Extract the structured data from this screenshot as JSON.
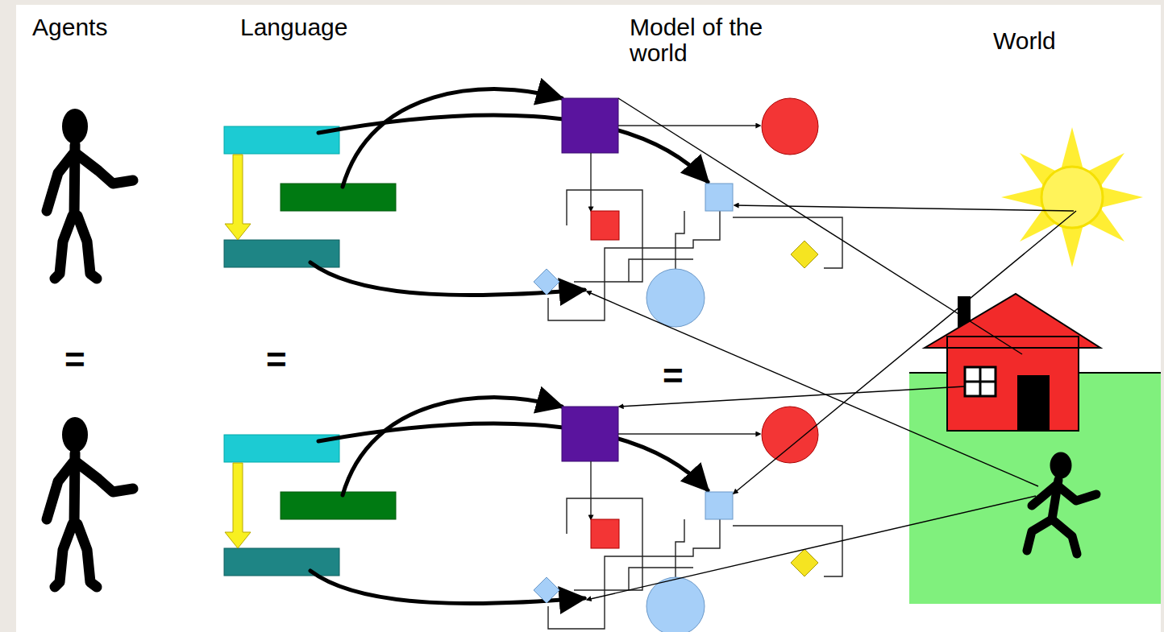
{
  "diagram": {
    "labels": [
      "Agents",
      "Language",
      "Model of the world",
      "World",
      "=",
      "=",
      "="
    ]
  }
}
